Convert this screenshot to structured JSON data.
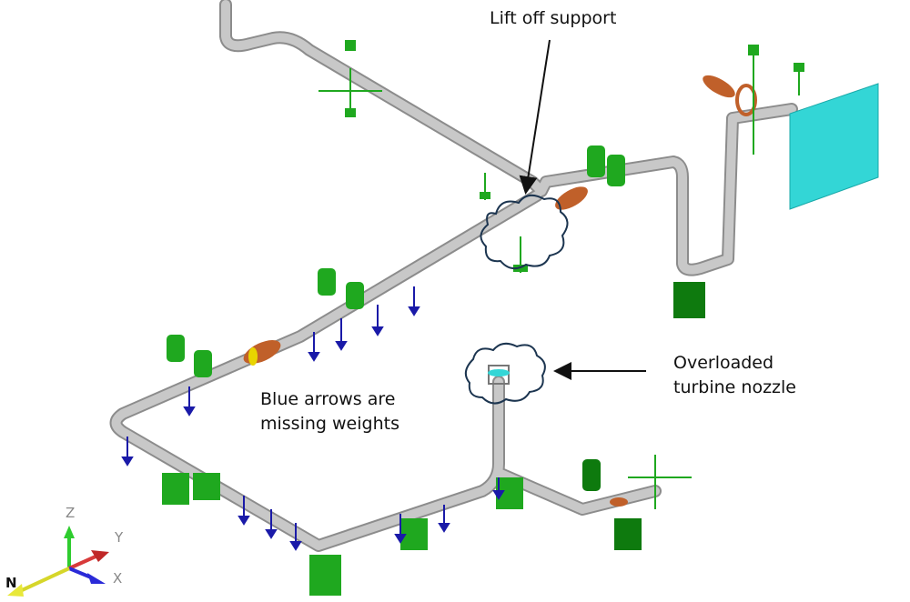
{
  "annotations": {
    "lift_off": "Lift off support",
    "blue_arrows_line1": "Blue arrows are",
    "blue_arrows_line2": "missing weights",
    "turbine_line1": "Overloaded",
    "turbine_line2": "turbine nozzle"
  },
  "axes": {
    "z": "Z",
    "y": "Y",
    "x": "X",
    "n": "N"
  },
  "colors": {
    "pipe": "#bdbdbd",
    "pipe_edge": "#8c8c8c",
    "support_green": "#1fa81f",
    "dark_green": "#0e7a0e",
    "weight_blue": "#1a1aa8",
    "valve_orange": "#c0602a",
    "nozzle_cyan": "#33d6d6",
    "cloud_outline": "#1c3550"
  }
}
